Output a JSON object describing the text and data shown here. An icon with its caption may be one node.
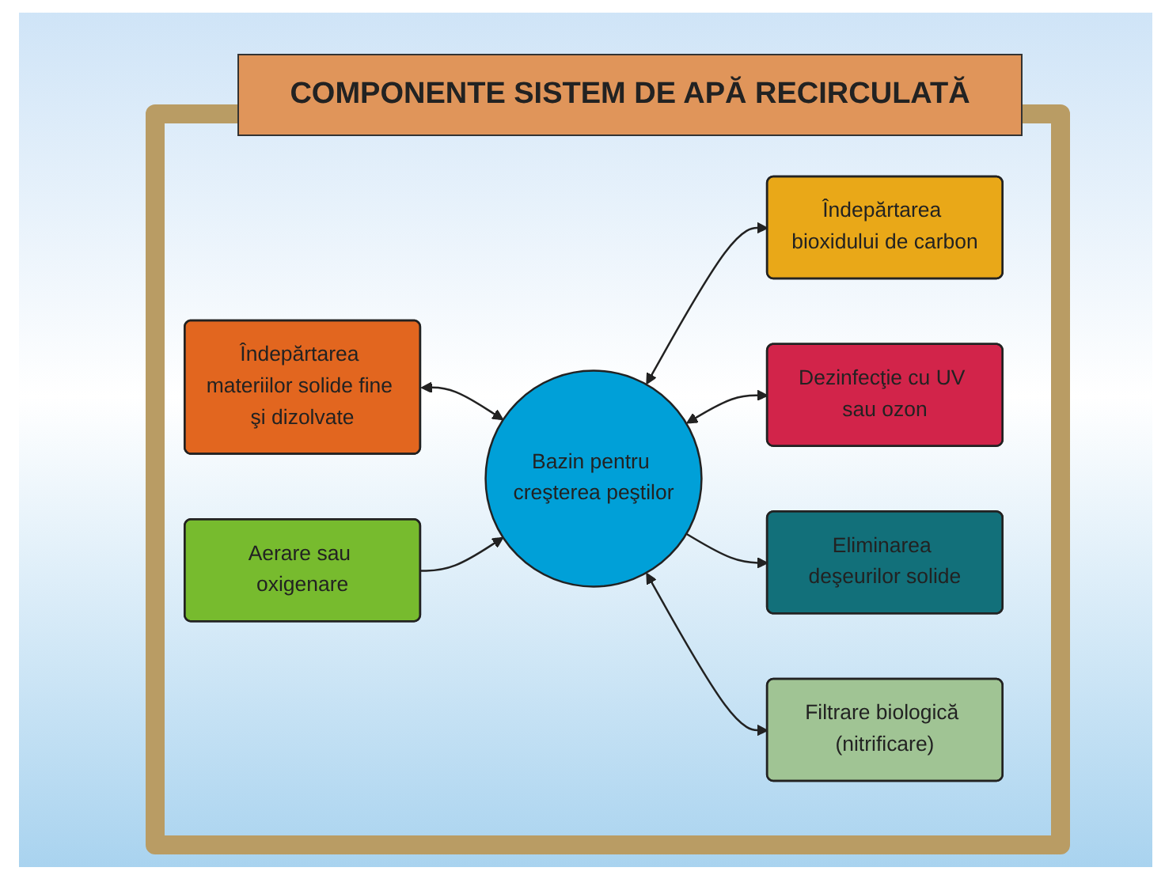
{
  "diagram": {
    "title": "COMPONENTE SISTEM DE APĂ RECIRCULATĂ",
    "nodes": [
      {
        "text": [
          "Bazin pentru creşterea peştilor"
        ]
      },
      {
        "text": [
          "Îndepărtarea materiilor solide fine şi dizolvate"
        ]
      },
      {
        "text": [
          "Îndepărtarea bioxidului de carbon"
        ]
      },
      {
        "text": [
          "Aerare sau oxigenare"
        ]
      },
      {
        "text": [
          "Dezinfecţie cu UV sau ozon"
        ]
      },
      {
        "text": [
          "Eliminarea deşeurilor solide"
        ]
      },
      {
        "text": [
          "Filtrare biologică (nitrificare)"
        ]
      }
    ],
    "edges": [
      {
        "from": 1,
        "to": 0,
        "arrow": "both"
      },
      {
        "from": 0,
        "to": 2,
        "arrow": "both"
      },
      {
        "from": 3,
        "to": 0,
        "arrow": "to"
      },
      {
        "from": 0,
        "to": 4,
        "arrow": "both"
      },
      {
        "from": 0,
        "to": 5,
        "arrow": "to"
      },
      {
        "from": 0,
        "to": 6,
        "arrow": "both"
      }
    ]
  }
}
